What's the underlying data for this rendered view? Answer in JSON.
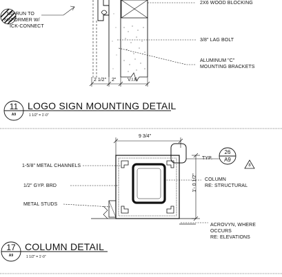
{
  "detail_11": {
    "number": "11",
    "sheet": "A9",
    "title": "LOGO SIGN MOUNTING DETAIL",
    "scale": "1 1/2\" = 1'-0\"",
    "notes": {
      "wiring_l1": "NG RUN TO",
      "wiring_l2": "NSFORMER W/",
      "wiring_l3": "ICK-CONNECT",
      "blocking": "2X6 WOOD BLOCKING",
      "lag_bolt": "3/8\" LAG BOLT",
      "bracket_l1": "ALUMINUM \"C\"",
      "bracket_l2": "MOUNTING BRACKETS"
    },
    "dims": {
      "d1": "2 1/2\"",
      "d2": "2\"",
      "d3": "V.I.F."
    }
  },
  "detail_17": {
    "number": "17",
    "sheet": "A9",
    "title": "COLUMN DETAIL",
    "scale": "1 1/2\" = 1'-0\"",
    "notes": {
      "channels": "1-5/8\" METAL CHANNELS",
      "gyp": "1/2\" GYP. BRD",
      "studs": "METAL STUDS",
      "column_l1": "COLUMN",
      "column_l2": "RE: STRUCTURAL",
      "acrovyn_l1": "ACROVYN, WHERE",
      "acrovyn_l2": "OCCURS",
      "acrovyn_l3": "RE: ELEVATIONS",
      "typ": "TYP."
    },
    "dims": {
      "width": "9 3/4\"",
      "height": "1'- 0 1/2\""
    },
    "reference": {
      "detail": "26",
      "sheet": "A9"
    },
    "revision": "8"
  }
}
